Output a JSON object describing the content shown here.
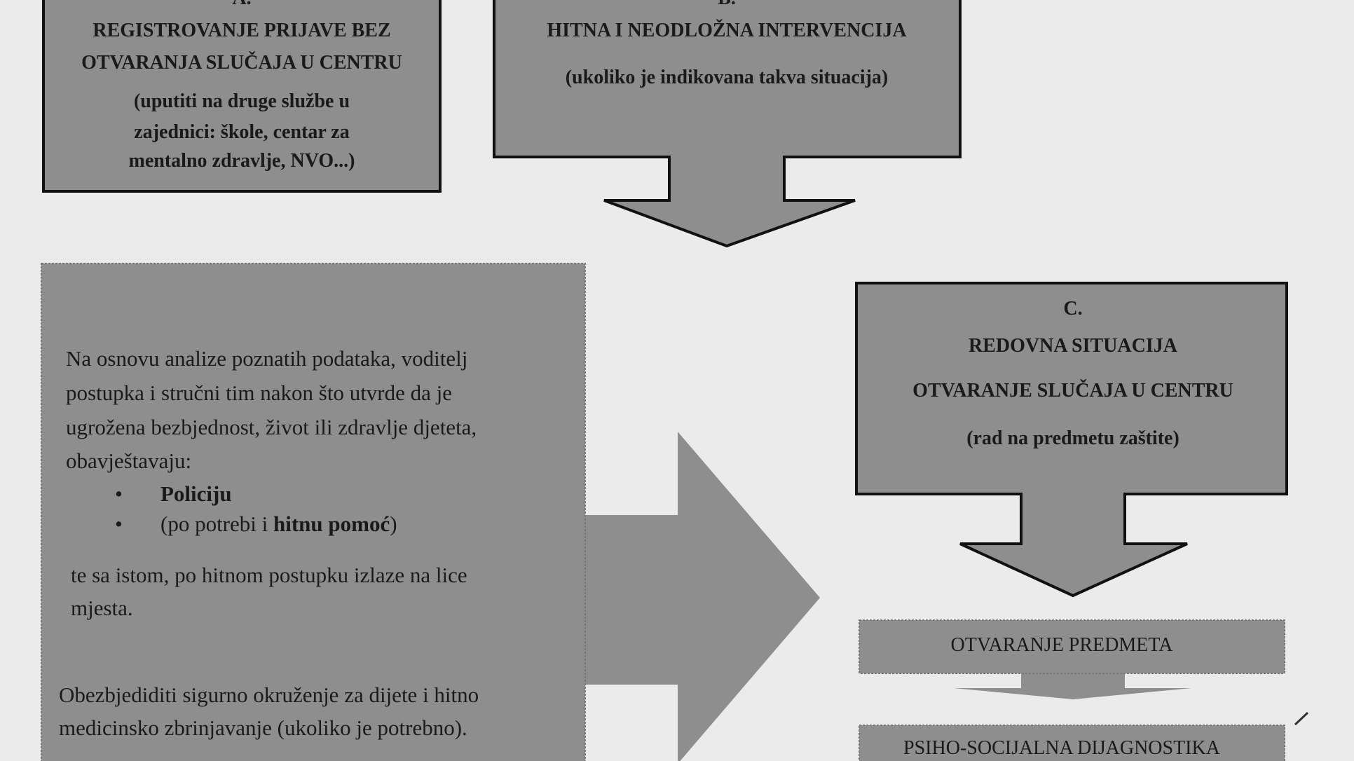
{
  "colors": {
    "background": "#ebebeb",
    "box_fill": "#8e8e8e",
    "border": "#111111"
  },
  "box_a": {
    "label": "A.",
    "title_lines": [
      "REGISTROVANJE PRIJAVE BEZ",
      "OTVARANJA SLUČAJA U CENTRU"
    ],
    "note_lines": [
      "(uputiti na druge službe u",
      "zajednici: škole, centar za",
      "mentalno zdravlje, NVO...)"
    ]
  },
  "box_b": {
    "label": "B.",
    "title": "HITNA I NEODLOŽNA INTERVENCIJA",
    "note": "(ukoliko je indikovana takva situacija)"
  },
  "main_box": {
    "intro_lines": [
      "Na osnovu analize poznatih podataka, voditelj",
      "postupka i stručni tim nakon što utvrde da je",
      "ugrožena bezbjednost, život ili zdravlje djeteta,",
      "obavještavaju:"
    ],
    "bullets": [
      {
        "text": "Policiju"
      },
      {
        "prefix": "(po potrebi i ",
        "bold": "hitnu pomoć",
        "suffix": ")"
      }
    ],
    "after_lines": [
      "te sa istom, po hitnom postupku izlaze na lice",
      "mjesta."
    ],
    "final_lines": [
      "Obezbjediditi sigurno okruženje za dijete i hitno",
      "medicinsko zbrinjavanje (ukoliko je potrebno)."
    ]
  },
  "box_c": {
    "label": "C.",
    "title": "REDOVNA SITUACIJA",
    "subtitle": "OTVARANJE SLUČAJA U CENTRU",
    "note": "(rad na predmetu  zaštite)"
  },
  "step_open": "OTVARANJE PREDMETA",
  "step_diag": "PSIHO-SOCIJALNA DIJAGNOSTIKA"
}
